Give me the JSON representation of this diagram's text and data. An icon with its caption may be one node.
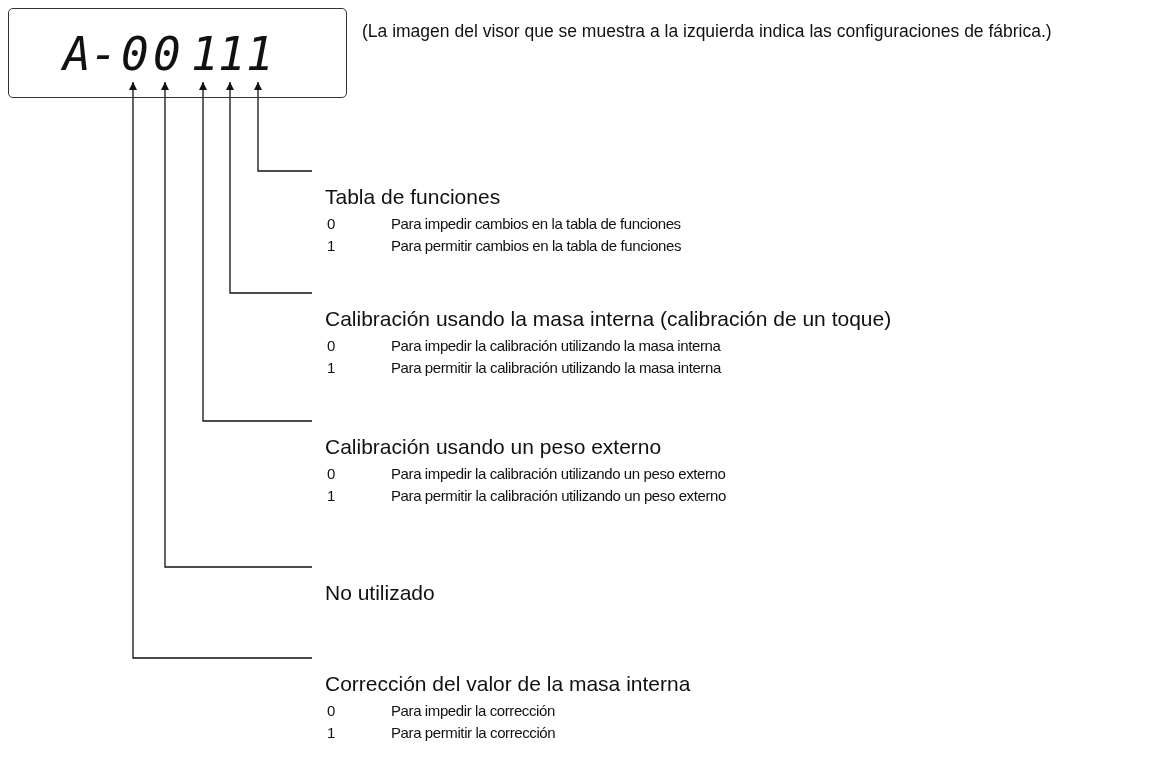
{
  "diagram": {
    "nodes": [
      {
        "text": [
          "A",
          "-"
        ]
      },
      {
        "text": [
          "0"
        ],
        "in": 0
      },
      {
        "text": [
          "0"
        ],
        "in": 0
      },
      {
        "text": [
          "1"
        ],
        "in": 0
      },
      {
        "text": [
          "1"
        ],
        "in": 0
      },
      {
        "text": [
          "1"
        ],
        "in": 0
      },
      {
        "text": [
          "Tabla de funciones",
          "0",
          "Para impedir cambios en la tabla de funciones",
          "1",
          "Para permitir cambios en la tabla de funciones"
        ]
      },
      {
        "text": [
          "Calibración usando la masa interna (calibración de un toque)",
          "0",
          "Para impedir la calibración utilizando la masa interna",
          "1",
          "Para permitir la calibración utilizando la masa interna"
        ]
      },
      {
        "text": [
          "Calibración usando un peso externo",
          "0",
          "Para impedir la calibración utilizando un peso externo",
          "1",
          "Para permitir la calibración utilizando un peso externo"
        ]
      },
      {
        "text": [
          "No utilizado"
        ]
      },
      {
        "text": [
          "Corrección del valor de la masa interna",
          "0",
          "Para impedir la corrección",
          "1",
          "Para permitir la corrección"
        ]
      }
    ],
    "edges": [
      {
        "from": 6,
        "to": 5,
        "arrow": "to"
      },
      {
        "from": 7,
        "to": 4,
        "arrow": "to"
      },
      {
        "from": 8,
        "to": 3,
        "arrow": "to"
      },
      {
        "from": 9,
        "to": 2,
        "arrow": "to"
      },
      {
        "from": 10,
        "to": 1,
        "arrow": "to"
      }
    ],
    "labels": [
      "(La imagen del visor que se muestra a la izquierda indica las configuraciones de fábrica.)"
    ]
  }
}
